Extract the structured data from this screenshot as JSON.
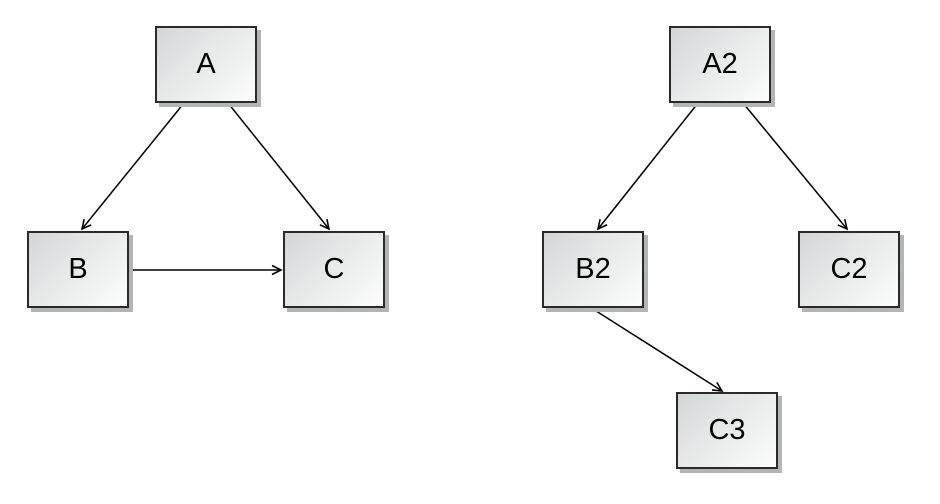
{
  "style": {
    "background": "#ffffff",
    "node_border": "#2a2a2a",
    "node_fill_gradient_start": "#d3d6d7",
    "node_fill_gradient_end": "#fcfcfc",
    "node_shadow": "#b2b5b6",
    "arrow_color": "#000000",
    "label_color": "#000000"
  },
  "left_graph": {
    "nodes": [
      {
        "id": "A",
        "label": "A"
      },
      {
        "id": "B",
        "label": "B"
      },
      {
        "id": "C",
        "label": "C"
      }
    ],
    "edges": [
      {
        "from": "A",
        "to": "B"
      },
      {
        "from": "A",
        "to": "C"
      },
      {
        "from": "B",
        "to": "C"
      }
    ]
  },
  "right_graph": {
    "nodes": [
      {
        "id": "A2",
        "label": "A2"
      },
      {
        "id": "B2",
        "label": "B2"
      },
      {
        "id": "C2",
        "label": "C2"
      },
      {
        "id": "C3",
        "label": "C3"
      }
    ],
    "edges": [
      {
        "from": "A2",
        "to": "B2"
      },
      {
        "from": "A2",
        "to": "C2"
      },
      {
        "from": "B2",
        "to": "C3"
      }
    ]
  }
}
